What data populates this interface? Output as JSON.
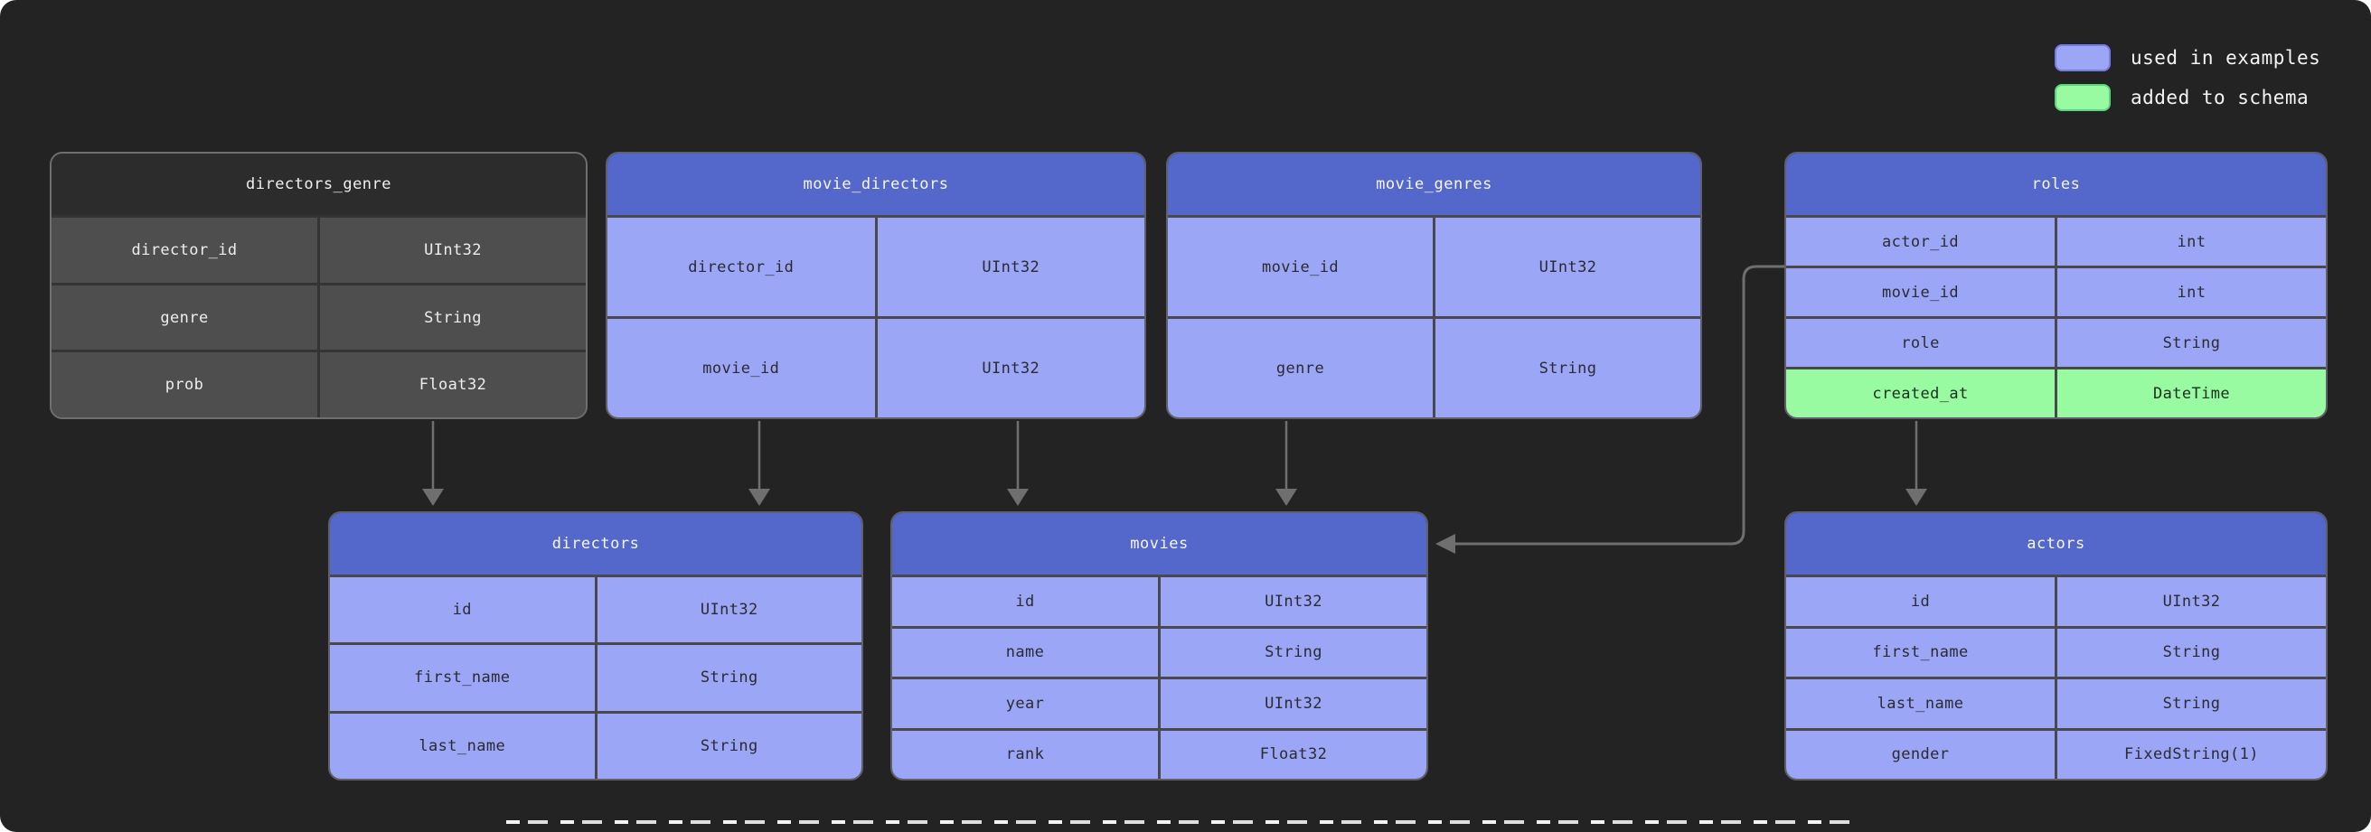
{
  "legend": {
    "items": [
      {
        "label": "used in examples",
        "swatch_color": "#9ba6f6"
      },
      {
        "label": "added to schema",
        "swatch_color": "#98fba1"
      }
    ]
  },
  "colors": {
    "canvas_bg": "#232323",
    "blue_table_header": "#5467cb",
    "blue_table_row": "#9ba6f6",
    "green_row": "#98fba1",
    "gray_table_header": "#2c2c2c",
    "gray_table_row": "#4e4e4e",
    "connector": "#6f6f6f"
  },
  "tables": {
    "directors_genre": {
      "title": "directors_genre",
      "rows": [
        {
          "field": "director_id",
          "type": "UInt32"
        },
        {
          "field": "genre",
          "type": "String"
        },
        {
          "field": "prob",
          "type": "Float32"
        }
      ]
    },
    "movie_directors": {
      "title": "movie_directors",
      "rows": [
        {
          "field": "director_id",
          "type": "UInt32"
        },
        {
          "field": "movie_id",
          "type": "UInt32"
        }
      ]
    },
    "movie_genres": {
      "title": "movie_genres",
      "rows": [
        {
          "field": "movie_id",
          "type": "UInt32"
        },
        {
          "field": "genre",
          "type": "String"
        }
      ]
    },
    "roles": {
      "title": "roles",
      "rows": [
        {
          "field": "actor_id",
          "type": "int"
        },
        {
          "field": "movie_id",
          "type": "int"
        },
        {
          "field": "role",
          "type": "String"
        },
        {
          "field": "created_at",
          "type": "DateTime",
          "highlight": "added_to_schema"
        }
      ]
    },
    "directors": {
      "title": "directors",
      "rows": [
        {
          "field": "id",
          "type": "UInt32"
        },
        {
          "field": "first_name",
          "type": "String"
        },
        {
          "field": "last_name",
          "type": "String"
        }
      ]
    },
    "movies": {
      "title": "movies",
      "rows": [
        {
          "field": "id",
          "type": "UInt32"
        },
        {
          "field": "name",
          "type": "String"
        },
        {
          "field": "year",
          "type": "UInt32"
        },
        {
          "field": "rank",
          "type": "Float32"
        }
      ]
    },
    "actors": {
      "title": "actors",
      "rows": [
        {
          "field": "id",
          "type": "UInt32"
        },
        {
          "field": "first_name",
          "type": "String"
        },
        {
          "field": "last_name",
          "type": "String"
        },
        {
          "field": "gender",
          "type": "FixedString(1)"
        }
      ]
    }
  }
}
